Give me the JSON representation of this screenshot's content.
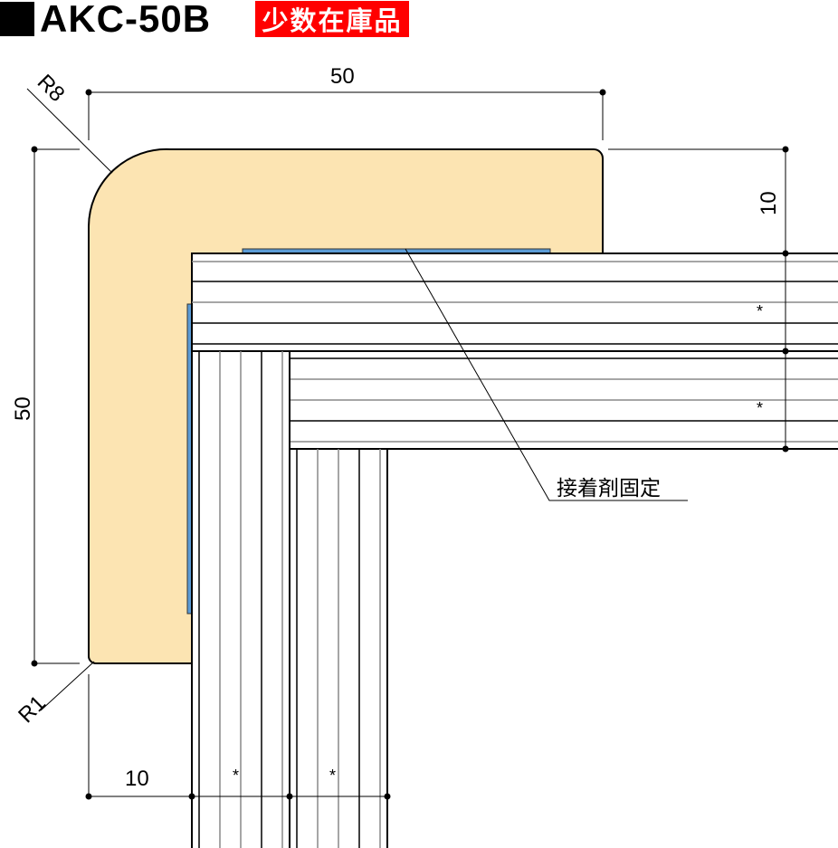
{
  "title": {
    "model": "AKC-50B",
    "badge": "少数在庫品"
  },
  "dimensions": {
    "top_width": "50",
    "left_height": "50",
    "outer_radius": "R8",
    "inner_radius": "R1",
    "right_thickness": "10",
    "bottom_thickness": "10"
  },
  "annotations": {
    "adhesive": "接着剤固定",
    "mark": "*"
  },
  "colors": {
    "profile": "#FCE4B2",
    "adhesive": "#5B9BD5",
    "badge": "#FF0000"
  }
}
